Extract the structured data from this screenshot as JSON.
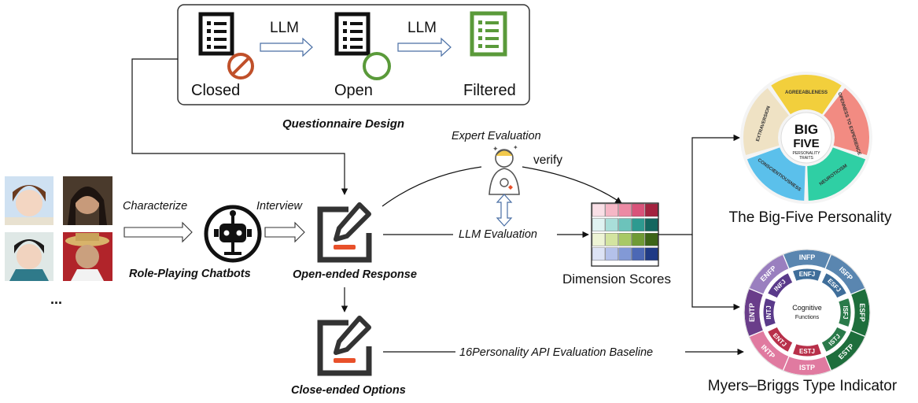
{
  "questionnaire": {
    "caption": "Questionnaire  Design",
    "closed_label": "Closed",
    "open_label": "Open",
    "filtered_label": "Filtered",
    "arrow1_label": "LLM",
    "arrow2_label": "LLM"
  },
  "characters": {
    "ellipsis": "..."
  },
  "flow": {
    "characterize_label": "Characterize",
    "interview_label": "Interview",
    "chatbots_caption": "Role-Playing Chatbots",
    "open_response_caption": "Open-ended Response",
    "close_options_caption": "Close-ended Options",
    "expert_label": "Expert Evaluation",
    "verify_label": "verify",
    "llm_eval_label": "LLM Evaluation",
    "dimension_label": "Dimension Scores",
    "baseline_label": "16Personality API Evaluation Baseline"
  },
  "bigfive": {
    "caption": "The Big-Five Personality",
    "center_title_1": "BIG",
    "center_title_2": "FIVE",
    "center_sub_1": "PERSONALITY",
    "center_sub_2": "TRAITS",
    "traits": [
      "AGREEABLENESS",
      "OPENNESS TO EXPERIENCE",
      "NEUROTICISM",
      "CONSCIENTIOUSNESS",
      "EXTRAVERSION"
    ],
    "colors": [
      "#f2cf3c",
      "#f28b82",
      "#2fcfa4",
      "#5bc0eb",
      "#efe2c4"
    ]
  },
  "mbti": {
    "caption": "Myers–Briggs Type Indicator",
    "center_1": "Cognitive",
    "center_2": "Functions",
    "outer_types": [
      "INFP",
      "ISFP",
      "ESFP",
      "ESTP",
      "ISTP",
      "INTP",
      "ENTP",
      "ENFP"
    ],
    "inner_types": [
      "ENFJ",
      "ESFJ",
      "ISFJ",
      "ISTJ",
      "ESTJ",
      "ENTJ",
      "INTJ",
      "INFJ"
    ]
  },
  "matrix_colors": [
    [
      "#f9dfe6",
      "#f5b7c6",
      "#ec8aa4",
      "#d9537a",
      "#a3233f"
    ],
    [
      "#e0f3f2",
      "#a9ded9",
      "#6cc3bb",
      "#2d9a90",
      "#13665f"
    ],
    [
      "#eef4d5",
      "#d3e4a0",
      "#a8c966",
      "#6f9a35",
      "#3c6417"
    ],
    [
      "#dde3f5",
      "#b4c1ea",
      "#8299d6",
      "#4c68b5",
      "#1f3a85"
    ]
  ]
}
